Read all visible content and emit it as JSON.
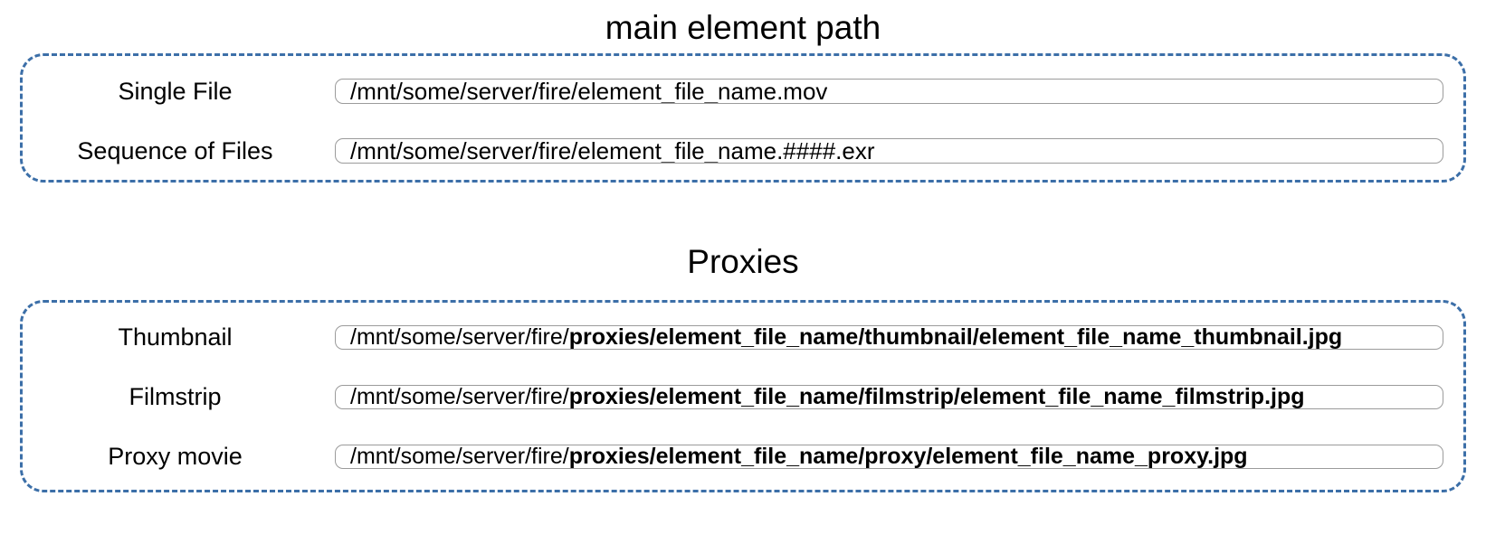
{
  "sections": [
    {
      "title": "main element path",
      "rows": [
        {
          "label": "Single File",
          "value": "/mnt/some/server/fire/element_file_name.mov",
          "prefix": "/mnt/some/server/fire/element_file_name.mov",
          "emphasis": ""
        },
        {
          "label": "Sequence of Files",
          "value": "/mnt/some/server/fire/element_file_name.####.exr",
          "prefix": "/mnt/some/server/fire/element_file_name.####.exr",
          "emphasis": ""
        }
      ]
    },
    {
      "title": "Proxies",
      "rows": [
        {
          "label": "Thumbnail",
          "value": "/mnt/some/server/fire/proxies/element_file_name/thumbnail/element_file_name_thumbnail.jpg",
          "prefix": "/mnt/some/server/fire/",
          "emphasis": "proxies/element_file_name/thumbnail/element_file_name_thumbnail.jpg"
        },
        {
          "label": "Filmstrip",
          "value": "/mnt/some/server/fire/proxies/element_file_name/filmstrip/element_file_name_filmstrip.jpg",
          "prefix": "/mnt/some/server/fire/",
          "emphasis": "proxies/element_file_name/filmstrip/element_file_name_filmstrip.jpg"
        },
        {
          "label": "Proxy movie",
          "value": "/mnt/some/server/fire/proxies/element_file_name/proxy/element_file_name_proxy.jpg",
          "prefix": "/mnt/some/server/fire/",
          "emphasis": "proxies/element_file_name/proxy/element_file_name_proxy.jpg"
        }
      ]
    }
  ],
  "colors": {
    "group_border": "#3c6fa8",
    "field_border": "#9b9b9b",
    "text": "#000000",
    "background": "#ffffff"
  }
}
